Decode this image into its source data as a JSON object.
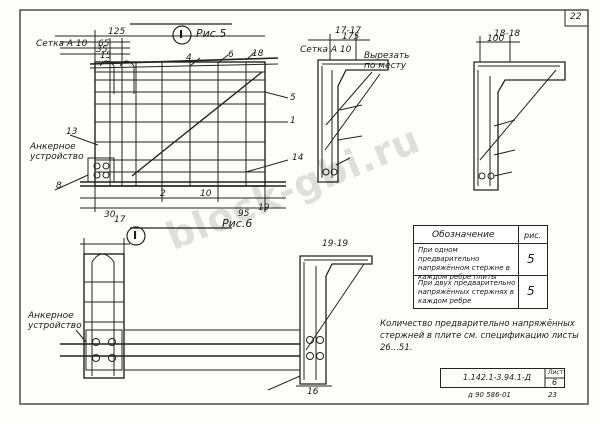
{
  "page": {
    "sheet_number": "22",
    "bottom_code": "д 90 586-01",
    "bottom_page": "23"
  },
  "fig5": {
    "title": "Рис.5",
    "mark": "I"
  },
  "fig6": {
    "title": "Рис.6",
    "mark": "I"
  },
  "sections": {
    "s17": "17-17",
    "s18": "18-18",
    "s19": "19-19"
  },
  "annotations": {
    "setka_a_top": "Сетка А 10",
    "setka_a_sec": "Сетка А 10",
    "cut_note_line1": "Вырезать",
    "cut_note_line2": "по месту",
    "anchor_line1": "Анкерное",
    "anchor_line2": "устройство",
    "anchor2_line1": "Анкерное",
    "anchor2_line2": "устройство"
  },
  "dims": {
    "d125": "125",
    "d65": "65",
    "d35": "35",
    "d15": "15",
    "d30": "30",
    "d175": "175",
    "d100": "100",
    "d16": "16",
    "d95": "95"
  },
  "callouts": {
    "c4": "4",
    "c6": "6",
    "c18": "18",
    "c5": "5",
    "c1": "1",
    "c13": "13",
    "c14": "14",
    "c8": "8",
    "c2": "2",
    "c10": "10",
    "c17": "17",
    "c19": "19"
  },
  "table": {
    "header_label": "Обозначение",
    "header_col": "рис.",
    "row1_text": "При одном предварительно напряжённом стержне в каждом ребре плиты",
    "row1_value": "5",
    "row2_text": "При двух предварительно напряжённых стержнях в каждом ребре",
    "row2_value": "5"
  },
  "note": {
    "text": "Количество предварительно напряжённых стержней в плите см. спецификацию листы 26...51."
  },
  "stamp": {
    "code": "1.142.1-3.94.1-Д",
    "list_label": "Лист",
    "list_number": "6"
  },
  "watermark": "block-gbi.ru"
}
